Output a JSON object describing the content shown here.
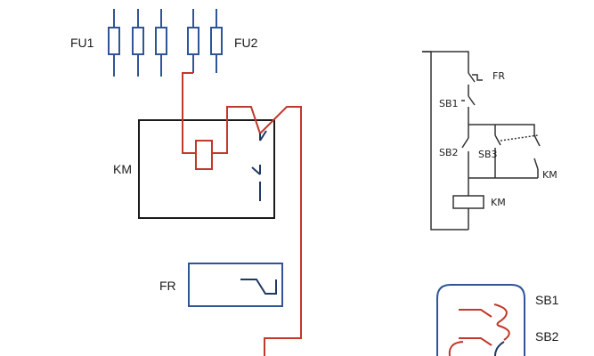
{
  "labels": {
    "fu1": "FU1",
    "fu2": "FU2",
    "km_box": "KM",
    "fr_box": "FR",
    "schematic_fr": "FR",
    "schematic_sb1": "SB1",
    "schematic_sb2": "SB2",
    "schematic_sb3": "SB3",
    "schematic_km_contact": "KM",
    "schematic_km_coil": "KM",
    "button_sb1": "SB1",
    "button_sb2": "SB2"
  },
  "colors": {
    "fuse": "#2f5597",
    "box": "#1a1a1a",
    "wire_red": "#c0392b",
    "blue_contact": "#1f3864",
    "schematic": "#333333",
    "button_panel": "#2f5597"
  }
}
